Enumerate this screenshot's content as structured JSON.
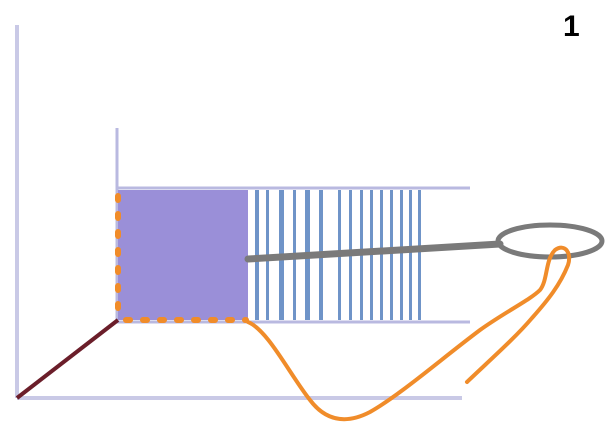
{
  "figure": {
    "panel_number": "1",
    "colors": {
      "axis": "#c9c9e6",
      "inner_frame": "#b9b9e0",
      "cube_fill": "#9a8fd8",
      "bars": "#6f94c8",
      "orange": "#f08c2a",
      "diagonal": "#6b1e2a",
      "gray": "#7a7a7a",
      "text": "#000000"
    },
    "elements": {
      "outer_axes": "outer-axes",
      "inner_frame": "inner-frame",
      "purple_block": "purple-block",
      "striped_bars": "striped-bars",
      "dotted_outline": "dotted-outline",
      "diagonal_line": "diagonal-line",
      "gray_handle": "gray-handle",
      "gray_ellipse": "gray-ellipse",
      "orange_curve": "orange-curve"
    }
  }
}
